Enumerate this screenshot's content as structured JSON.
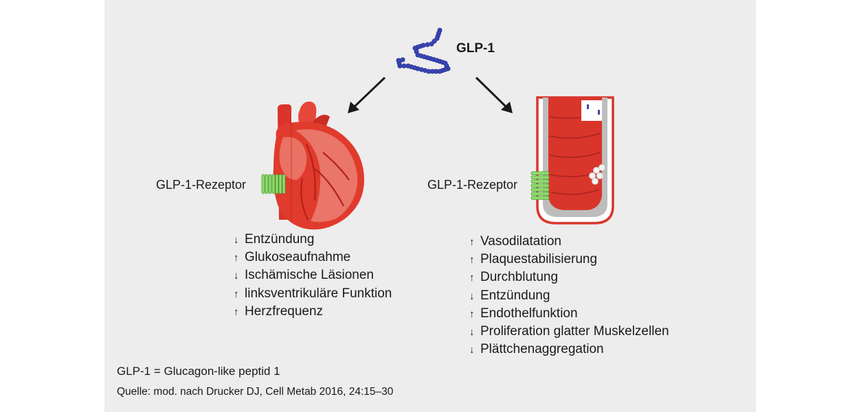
{
  "molecule": {
    "label": "GLP-1",
    "icon": "peptide-chain-icon"
  },
  "heart": {
    "icon": "heart-icon",
    "receptor_label": "GLP-1-Rezeptor",
    "effects": [
      {
        "direction": "down",
        "symbol": "↓",
        "text": "Entzündung"
      },
      {
        "direction": "up",
        "symbol": "↑",
        "text": "Glukoseaufnahme"
      },
      {
        "direction": "down",
        "symbol": "↓",
        "text": "Ischämische Läsionen"
      },
      {
        "direction": "up",
        "symbol": "↑",
        "text": "linksventrikuläre Funktion"
      },
      {
        "direction": "up",
        "symbol": "↑",
        "text": "Herzfrequenz"
      }
    ]
  },
  "vessel": {
    "icon": "blood-vessel-icon",
    "receptor_label": "GLP-1-Rezeptor",
    "effects": [
      {
        "direction": "up",
        "symbol": "↑",
        "text": "Vasodilatation"
      },
      {
        "direction": "up",
        "symbol": "↑",
        "text": "Plaquestabilisierung"
      },
      {
        "direction": "up",
        "symbol": "↑",
        "text": "Durchblutung"
      },
      {
        "direction": "down",
        "symbol": "↓",
        "text": "Entzündung"
      },
      {
        "direction": "up",
        "symbol": "↑",
        "text": "Endothelfunktion"
      },
      {
        "direction": "down",
        "symbol": "↓",
        "text": "Proliferation glatter Muskelzellen"
      },
      {
        "direction": "down",
        "symbol": "↓",
        "text": "Plättchenaggregation"
      }
    ]
  },
  "footer": {
    "abbreviation": "GLP-1 = Glucagon-like peptid 1",
    "source": "Quelle: mod. nach Drucker DJ, Cell Metab 2016, 24:15–30"
  },
  "colors": {
    "background": "#ededed",
    "heart_red": "#e03b2c",
    "vessel_red": "#d9352b",
    "receptor_green": "#8fdc6b",
    "peptide_blue": "#3b46b8"
  }
}
